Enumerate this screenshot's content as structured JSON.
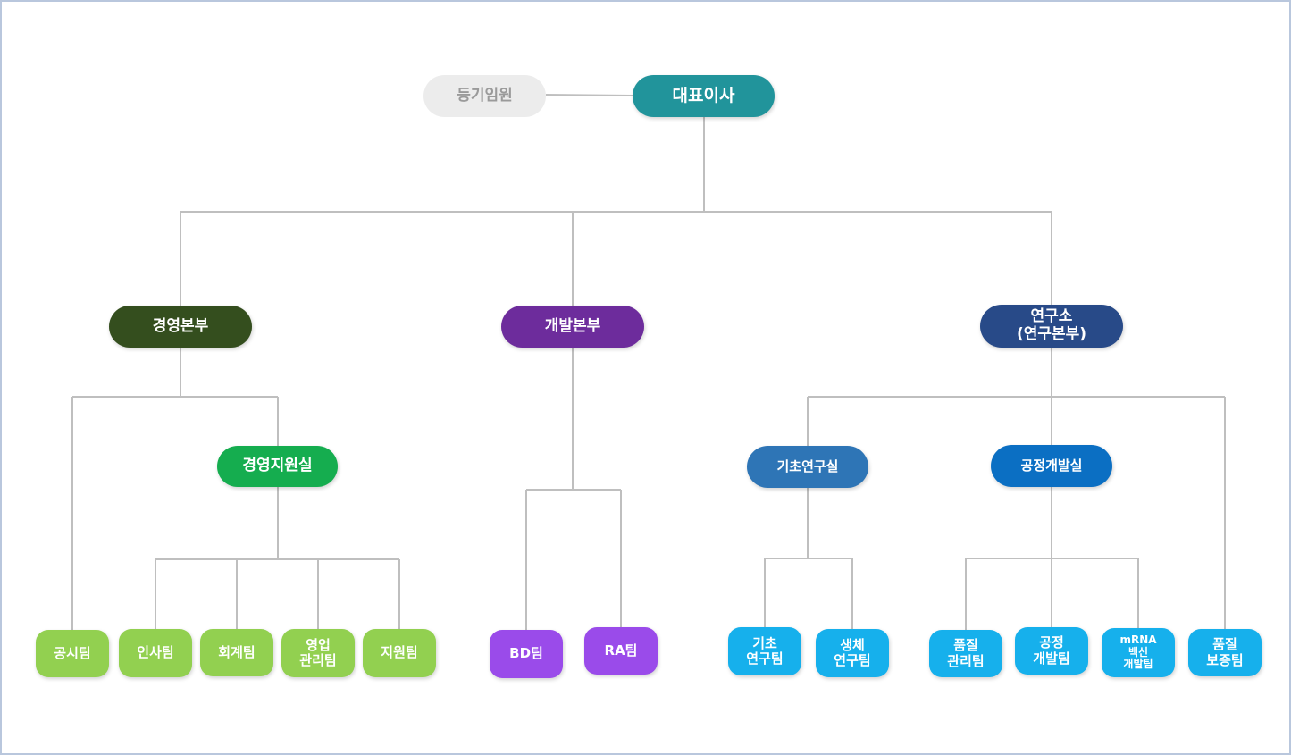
{
  "org": {
    "ceo": "대표이사",
    "registered_officers": "등기임원",
    "management_hq": "경영본부",
    "development_hq": "개발본부",
    "research_institute": "연구소\n(연구본부)",
    "management_support": "경영지원실",
    "basic_research_lab": "기초연구실",
    "process_dev_lab": "공정개발실",
    "teams": {
      "disclosure": "공시팀",
      "hr": "인사팀",
      "accounting": "회계팀",
      "sales_mgmt": "영업\n관리팀",
      "support": "지원팀",
      "bd": "BD팀",
      "ra": "RA팀",
      "basic_research": "기초\n연구팀",
      "bio_research": "생체\n연구팀",
      "quality_mgmt": "품질\n관리팀",
      "process_dev": "공정\n개발팀",
      "mrna_vaccine": "mRNA\n백신\n개발팀",
      "quality_assurance": "품질\n보증팀"
    }
  },
  "colors": {
    "ceo": "#21949b",
    "registered_officers": "#ececec",
    "management": "#344e1e",
    "management_support": "#15ad4f",
    "management_teams": "#92d050",
    "development": "#6d2c9c",
    "development_teams": "#9a4bea",
    "research": "#284a88",
    "basic_research_lab": "#2e75b6",
    "process_dev_lab": "#0b6fc3",
    "research_teams": "#16b0ec",
    "connector": "#bfbfbf"
  }
}
